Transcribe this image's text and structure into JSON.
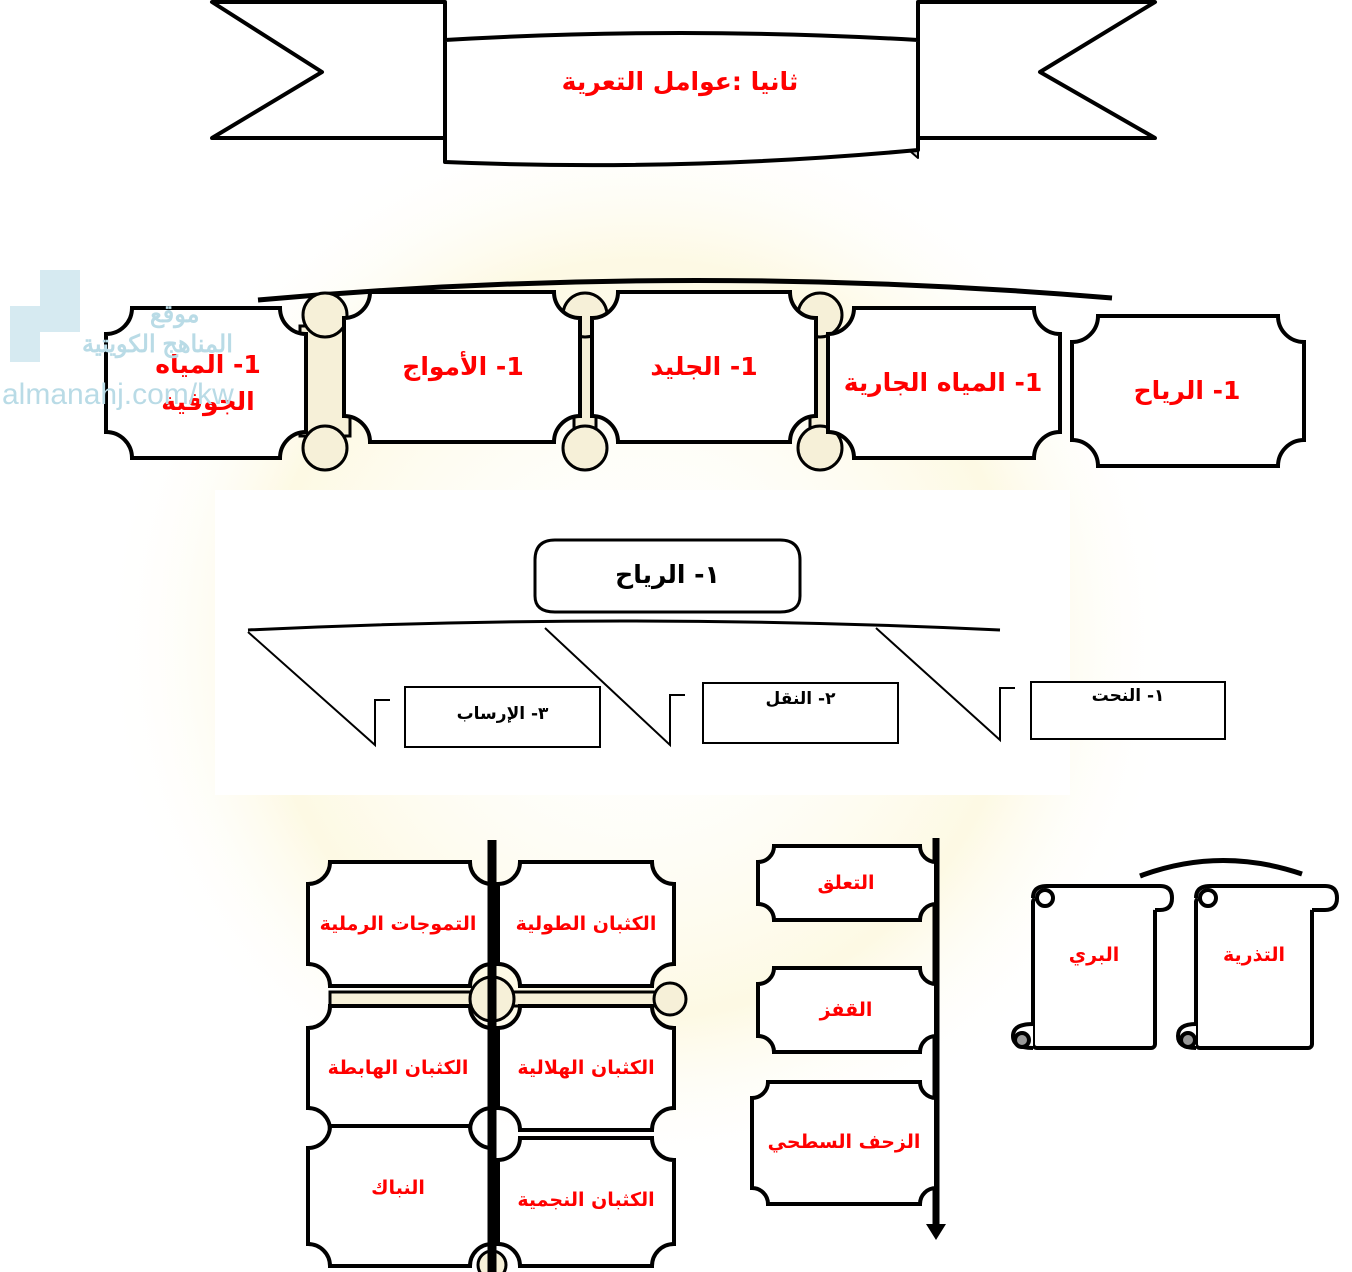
{
  "title": "ثانيا :عوامل التعرية",
  "agents": [
    "1- الرياح",
    "1- المياه الجارية",
    "1- الجليد",
    "1- الأمواج",
    "1- المياه الجوفية"
  ],
  "wind": {
    "heading": "١- الرياح",
    "processes": [
      "١- النحت",
      "٢- النقل",
      "٣- الإرساب"
    ]
  },
  "erosion_forms": [
    "التذرية",
    "البري"
  ],
  "transport_methods": [
    "التعلق",
    "القفز",
    "الزحف السطحي"
  ],
  "deposition_forms": [
    "الكثبان الطولية",
    "التموجات الرملية",
    "الكثبان الهلالية",
    "الكثبان الهابطة",
    "الكثبان النجمية",
    "النباك"
  ],
  "watermark": {
    "line1": "موقع",
    "line2": "المناهج الكويتية",
    "url": "almanahj.com/kw"
  },
  "colors": {
    "label_text": "#ff0000",
    "connector_fill": "#f6f0d8",
    "watermark": "#b9dbe6"
  }
}
